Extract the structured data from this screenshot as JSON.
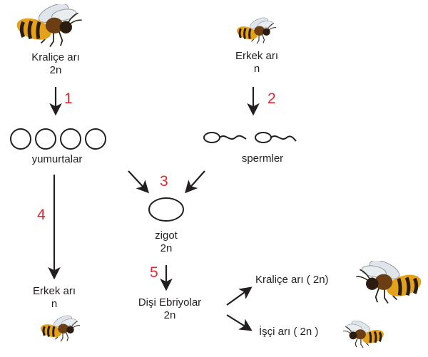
{
  "nodes": {
    "queen": {
      "name": "Kraliçe arı",
      "ploidy": "2n"
    },
    "drone_top": {
      "name": "Erkek arı",
      "ploidy": "n"
    },
    "eggs": {
      "name": "yumurtalar"
    },
    "sperms": {
      "name": "spermler"
    },
    "zygote": {
      "name": "zigot",
      "ploidy": "2n"
    },
    "drone_bottom": {
      "name": "Erkek arı",
      "ploidy": "n"
    },
    "female_larvae": {
      "name": "Dişi Ebriyolar",
      "ploidy": "2n"
    },
    "queen_result": {
      "label": "Kraliçe arı ( 2n)"
    },
    "worker_result": {
      "label": "İşçi arı ( 2n )"
    }
  },
  "steps": [
    "1",
    "2",
    "3",
    "4",
    "5"
  ],
  "colors": {
    "step_number": "#e3262f",
    "line": "#231f20",
    "bee_body": "#e3a21a",
    "bee_dark": "#2a1c10"
  },
  "icons": [
    "queen-bee-icon",
    "drone-bee-icon",
    "worker-bee-icon",
    "egg-icon",
    "sperm-icon",
    "zygote-icon"
  ]
}
